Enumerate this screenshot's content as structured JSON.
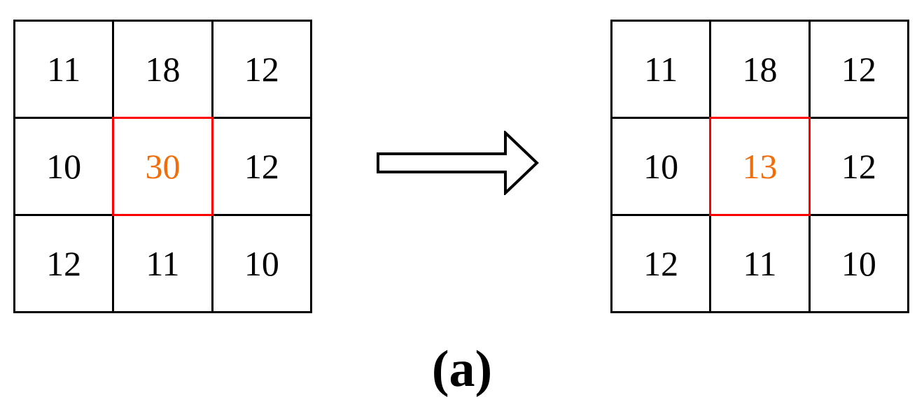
{
  "caption": "(a)",
  "left_grid": {
    "rows": [
      [
        "11",
        "18",
        "12"
      ],
      [
        "10",
        "30",
        "12"
      ],
      [
        "12",
        "11",
        "10"
      ]
    ],
    "highlighted_value": "30"
  },
  "right_grid": {
    "rows": [
      [
        "11",
        "18",
        "12"
      ],
      [
        "10",
        "13",
        "12"
      ],
      [
        "12",
        "11",
        "10"
      ]
    ],
    "highlighted_value": "13"
  },
  "arrow": {
    "direction": "right"
  },
  "colors": {
    "background": "#FFFFFF",
    "grid_line": "#000000",
    "text": "#000000",
    "highlight_text": "#F06D0C",
    "highlight_border": "#FF0000"
  }
}
